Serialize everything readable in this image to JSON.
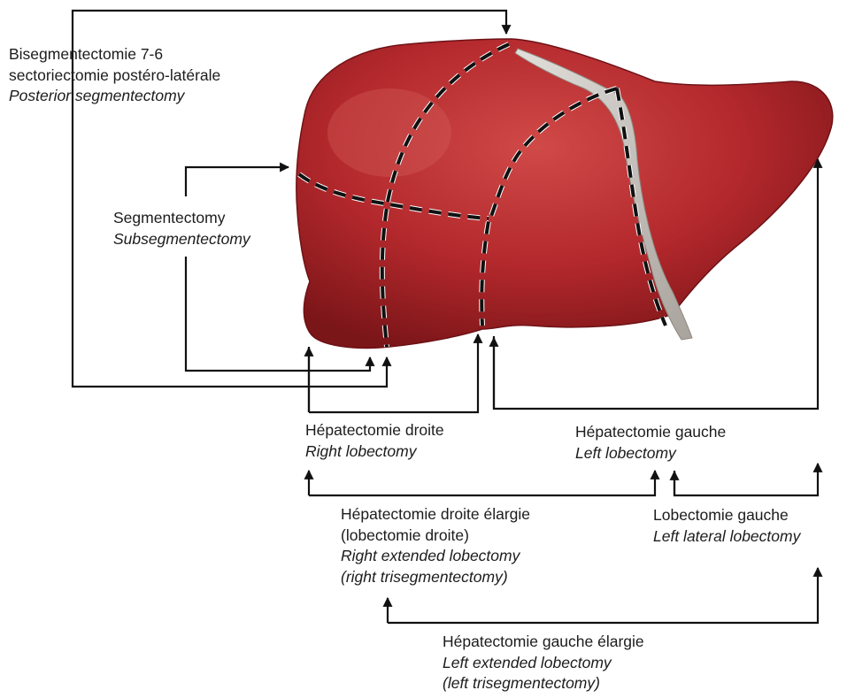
{
  "colors": {
    "liver": "#b3282c",
    "liver_dark": "#7a1518",
    "liver_light": "#d04a48",
    "ligament": "#c9c5c0",
    "cut_line": "#111111",
    "cut_line_edge": "#ffffff",
    "arrow": "#111111",
    "text": "#1c1c1c"
  },
  "labels": {
    "posterior": {
      "fr_line1": "Bisegmentectomie 7-6",
      "fr_line2": "sectoriectomie postéro-latérale",
      "en": "Posterior segmentectomy"
    },
    "segmentectomy": {
      "fr": "Segmentectomy",
      "en": "Subsegmentectomy"
    },
    "right_lobectomy": {
      "fr": "Hépatectomie droite",
      "en": "Right lobectomy"
    },
    "left_lobectomy": {
      "fr": "Hépatectomie gauche",
      "en": "Left lobectomy"
    },
    "right_extended": {
      "fr_line1": "Hépatectomie droite élargie",
      "fr_line2": "(lobectomie droite)",
      "en_line1": "Right extended lobectomy",
      "en_line2": "(right trisegmentectomy)"
    },
    "left_lateral": {
      "fr": "Lobectomie gauche",
      "en": "Left lateral lobectomy"
    },
    "left_extended": {
      "fr": "Hépatectomie gauche élargie",
      "en_line1": "Left extended lobectomy",
      "en_line2": "(left trisegmentectomy)"
    }
  }
}
